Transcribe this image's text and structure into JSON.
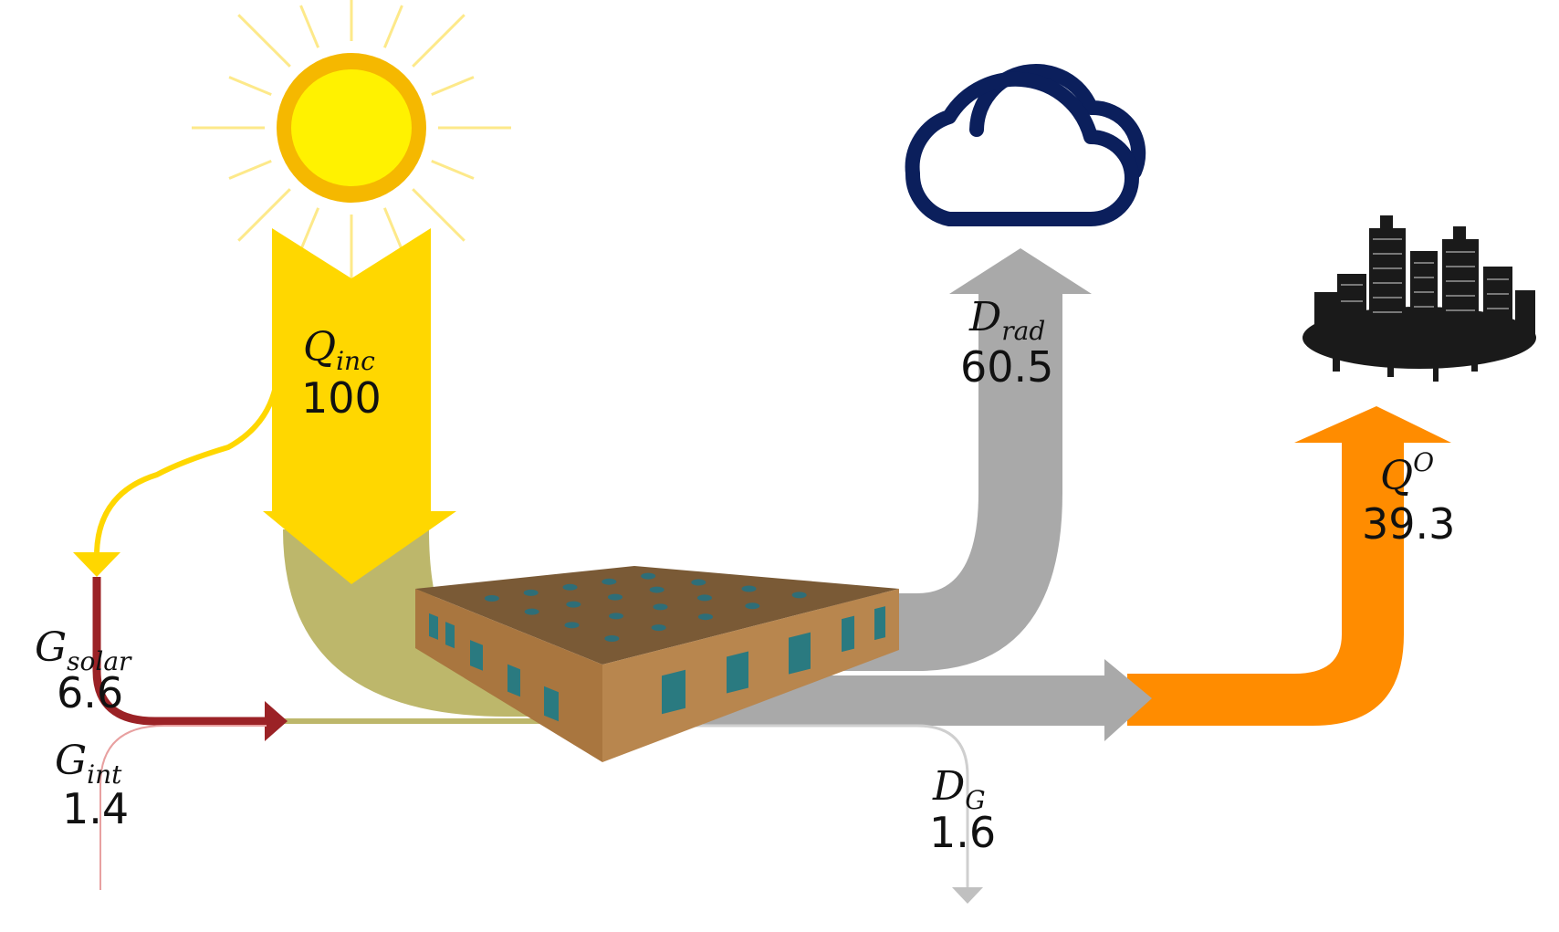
{
  "colors": {
    "sun": "#ffd700",
    "sun_core": "#fff200",
    "sun_ring": "#f5b800",
    "sun_rays": "#fde98a",
    "incident": "#ffd700",
    "absorbed": "#bdb76b",
    "radiation": "#a9a9a9",
    "output": "#ff8c00",
    "solar_gain": "#9b2226",
    "internal_gain": "#e8a0a0",
    "ground_loss": "#c8c8c8",
    "cloud_outline": "#0b1f5c",
    "building_roof": "#7a5a36",
    "building_wall": "#b8864e",
    "building_wall_dark": "#a9763f",
    "window": "#2a7a80"
  },
  "icons": {
    "sun": "sun-icon",
    "cloud": "cloud-icon",
    "city": "city-skyline-icon",
    "building": "building-icon"
  },
  "flows": {
    "q_inc": {
      "symbol": "Q",
      "subscript": "inc",
      "value": "100"
    },
    "d_rad": {
      "symbol": "D",
      "subscript": "rad",
      "value": "60.5"
    },
    "q_o": {
      "symbol": "Q",
      "superscript": "O",
      "value": "39.3"
    },
    "g_solar": {
      "symbol": "G",
      "subscript": "solar",
      "value": "6.6"
    },
    "g_int": {
      "symbol": "G",
      "subscript": "int",
      "value": "1.4"
    },
    "d_g": {
      "symbol": "D",
      "subscript": "G",
      "value": "1.6"
    }
  }
}
